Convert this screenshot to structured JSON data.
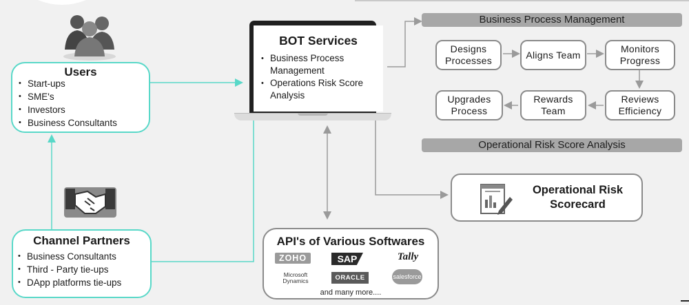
{
  "users": {
    "title": "Users",
    "items": [
      "Start-ups",
      "SME's",
      "Investors",
      "Business Consultants"
    ]
  },
  "channel_partners": {
    "title": "Channel Partners",
    "items": [
      "Business Consultants",
      "Third - Party tie-ups",
      "DApp platforms tie-ups"
    ]
  },
  "bot_services": {
    "title": "BOT Services",
    "items": [
      "Business Process Management",
      "Operations Risk Score Analysis"
    ]
  },
  "bpm": {
    "header": "Business Process Management",
    "steps": [
      "Designs Processes",
      "Aligns Team",
      "Monitors Progress",
      "Reviews Efficiency",
      "Rewards Team",
      "Upgrades Process"
    ]
  },
  "ora": {
    "header": "Operational Risk Score Analysis"
  },
  "scorecard": {
    "title": "Operational Risk Scorecard"
  },
  "apis": {
    "title": "API's of Various Softwares",
    "logos": [
      "ZOHO",
      "SAP",
      "Tally",
      "Microsoft Dynamics",
      "ORACLE",
      "salesforce"
    ],
    "more": "and many more...."
  },
  "colors": {
    "accent": "#58d8c8",
    "gray_bar": "#a7a7a7",
    "step_border": "#8a8a8a"
  },
  "icons": [
    "people-group-icon",
    "handshake-icon",
    "laptop-icon",
    "scorecard-document-icon"
  ]
}
